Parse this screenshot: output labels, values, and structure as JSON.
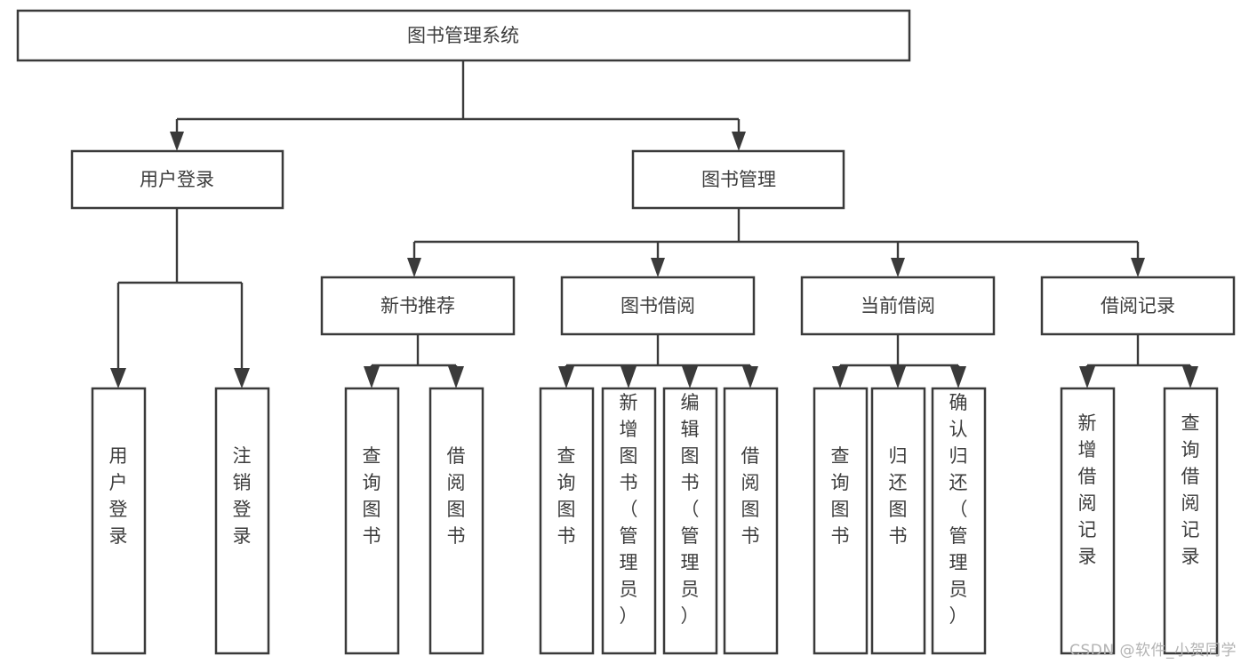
{
  "diagram": {
    "type": "tree",
    "title": "图书管理系统",
    "root": {
      "label": "图书管理系统"
    },
    "level1": [
      {
        "label": "用户登录"
      },
      {
        "label": "图书管理"
      }
    ],
    "level2": [
      {
        "label": "新书推荐"
      },
      {
        "label": "图书借阅"
      },
      {
        "label": "当前借阅"
      },
      {
        "label": "借阅记录"
      }
    ],
    "leaves": {
      "user_login": [
        {
          "label": "用户登录"
        },
        {
          "label": "注销登录"
        }
      ],
      "new_book_recommend": [
        {
          "label": "查询图书"
        },
        {
          "label": "借阅图书"
        }
      ],
      "book_borrow": [
        {
          "label": "查询图书"
        },
        {
          "label": "新增图书（管理员）"
        },
        {
          "label": "编辑图书（管理员）"
        },
        {
          "label": "借阅图书"
        }
      ],
      "current_borrow": [
        {
          "label": "查询图书"
        },
        {
          "label": "归还图书"
        },
        {
          "label": "确认归还（管理员）"
        }
      ],
      "borrow_record": [
        {
          "label": "新增借阅记录"
        },
        {
          "label": "查询借阅记录"
        }
      ]
    }
  },
  "watermark": {
    "text": "CSDN @软件_小贺同学"
  },
  "colors": {
    "stroke": "#3a3a3a",
    "text": "#3d3d3d",
    "background": "#ffffff",
    "watermark": "#b3b3b3"
  }
}
